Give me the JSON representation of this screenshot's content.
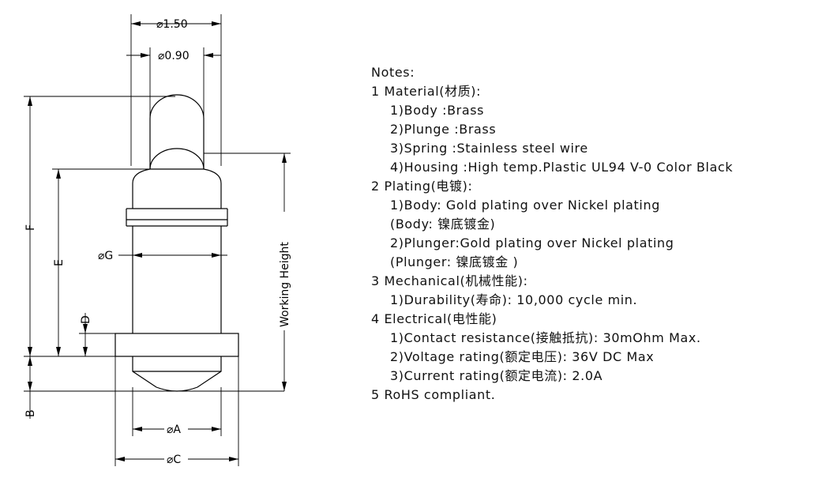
{
  "dimensions": {
    "d150": "⌀1.50",
    "d090": "⌀0.90",
    "dG": "⌀G",
    "dA": "⌀A",
    "dC": "⌀C",
    "F": "F",
    "E": "E",
    "D": "D",
    "B": "B",
    "working_height": "Working Height"
  },
  "notes": [
    {
      "text": "Notes:",
      "indent": false
    },
    {
      "text": "1 Material(材质):",
      "indent": false
    },
    {
      "text": "1)Body :Brass",
      "indent": true
    },
    {
      "text": "2)Plunge :Brass",
      "indent": true
    },
    {
      "text": "3)Spring :Stainless steel wire",
      "indent": true
    },
    {
      "text": "4)Housing :High temp.Plastic UL94 V-0 Color Black",
      "indent": true
    },
    {
      "text": "2 Plating(电镀):",
      "indent": false
    },
    {
      "text": "1)Body: Gold plating over Nickel plating",
      "indent": true
    },
    {
      "text": "(Body: 镍底镀金)",
      "indent": true
    },
    {
      "text": "2)Plunger:Gold plating over Nickel plating",
      "indent": true
    },
    {
      "text": "(Plunger: 镍底镀金 )",
      "indent": true
    },
    {
      "text": "3 Mechanical(机械性能):",
      "indent": false
    },
    {
      "text": "1)Durability(寿命): 10,000 cycle min.",
      "indent": true
    },
    {
      "text": "4 Electrical(电性能)",
      "indent": false
    },
    {
      "text": "1)Contact resistance(接触抵抗): 30mOhm Max.",
      "indent": true
    },
    {
      "text": "2)Voltage rating(额定电压): 36V DC Max",
      "indent": true
    },
    {
      "text": "3)Current rating(额定电流): 2.0A",
      "indent": true
    },
    {
      "text": "5 RoHS compliant.",
      "indent": false
    }
  ]
}
